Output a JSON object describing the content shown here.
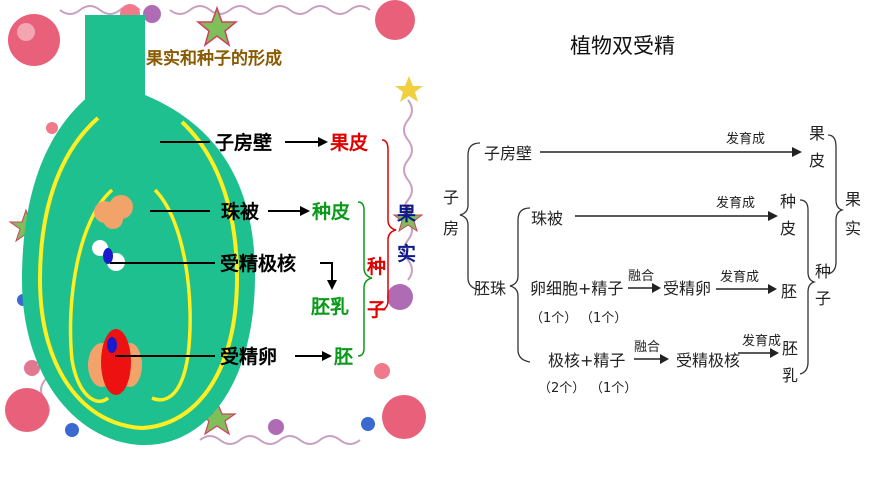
{
  "left_panel": {
    "title": "果实和种子的形成",
    "labels": {
      "ovary_wall": "子房壁",
      "pericarp": "果皮",
      "integument": "珠被",
      "seed_coat": "种皮",
      "fertilized_polar_nuclei": "受精极核",
      "endosperm": "胚乳",
      "fertilized_egg": "受精卵",
      "embryo": "胚",
      "seed": "种子",
      "fruit": "果实"
    },
    "colors": {
      "ovary_fill": "#1fc08f",
      "outline": "#ffee22",
      "black_label": "#000000",
      "pericarp_label": "#e00000",
      "green_label": "#0a9a1a",
      "seed_label": "#e00000",
      "fruit_label": "#0a1a8a"
    }
  },
  "right_panel": {
    "title": "植物双受精",
    "ovary": "子房",
    "ovary_wall": "子房壁",
    "ovule": "胚珠",
    "integument": "珠被",
    "egg_sperm": "卵细胞+精子",
    "egg_count": "（1个）",
    "sperm_count_1": "（1个）",
    "polar_sperm": "极核+精子",
    "polar_count": "（2个）",
    "sperm_count_2": "（1个）",
    "develops_into_1": "发育成",
    "develops_into_2": "发育成",
    "develops_into_3": "发育成",
    "develops_into_4": "发育成",
    "fusion_1": "融合",
    "fusion_2": "融合",
    "fertilized_egg": "受精卵",
    "fertilized_polar": "受精极核",
    "pericarp": "果皮",
    "seed_coat": "种皮",
    "embryo": "胚",
    "endosperm": "胚乳",
    "seed": "种子",
    "fruit": "果实"
  }
}
